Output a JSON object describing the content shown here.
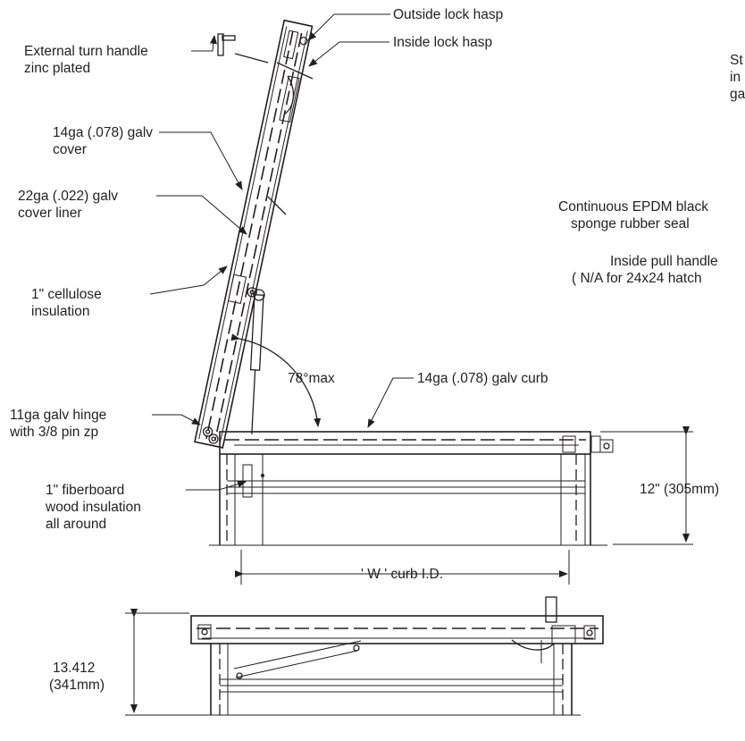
{
  "labels": {
    "outside_lock_hasp": "Outside lock hasp",
    "inside_lock_hasp": "Inside lock hasp",
    "turn_handle_1": "External turn handle",
    "turn_handle_2": "zinc plated",
    "cover_1": "14ga (.078) galv",
    "cover_2": "cover",
    "liner_1": "22ga (.022) galv",
    "liner_2": "cover liner",
    "insul_1": "1\" cellulose",
    "insul_2": "insulation",
    "hinge_1": "11ga galv hinge",
    "hinge_2": "with 3/8 pin zp",
    "fiber_1": "1\" fiberboard",
    "fiber_2": "wood insulation",
    "fiber_3": "all around",
    "angle": "78°max",
    "curb": "14ga (.078) galv curb",
    "height_12": "12\" (305mm)",
    "width": "' W ' curb I.D.",
    "height_13a": "13.412",
    "height_13b": "(341mm)",
    "st_1": "St",
    "st_2": "in",
    "st_3": "ga",
    "seal_1": "Continuous EPDM black",
    "seal_2": "sponge rubber seal",
    "pull_1": "Inside pull handle",
    "pull_2": "( N/A for 24x24 hatch"
  }
}
